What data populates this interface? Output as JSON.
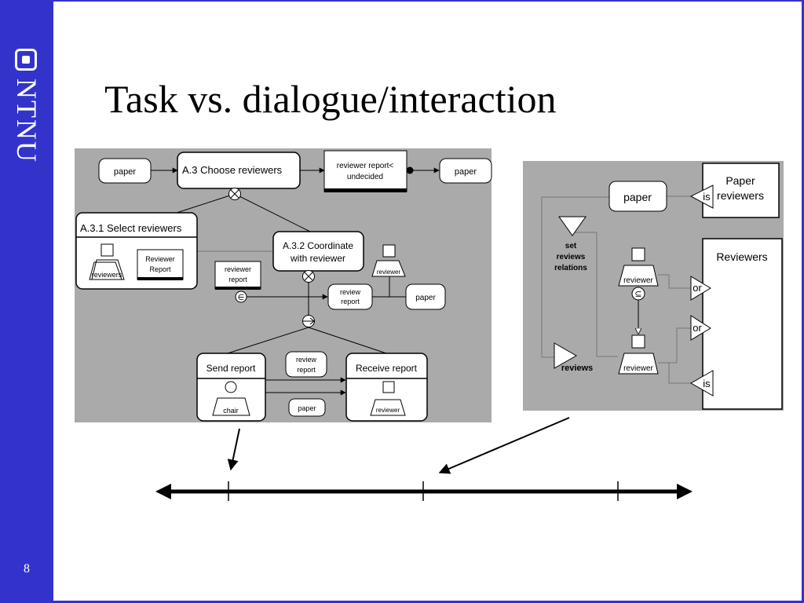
{
  "slide": {
    "title": "Task vs. dialogue/interaction",
    "page_number": "8",
    "logo_text": "NTNU"
  },
  "colors": {
    "sidebar": "#3333cc",
    "panel": "#aaaaaa",
    "accent": "#000000"
  },
  "task_diagram": {
    "paper_in": "paper",
    "choose_task": "A.3  Choose reviewers",
    "report_box_line1": "reviewer report<",
    "report_box_line2": "undecided",
    "paper_out": "paper",
    "select_task": "A.3.1  Select reviewers",
    "select_reviewers_label": "reviewers",
    "reviewer_report_line1": "Reviewer",
    "reviewer_report_line2": "Report",
    "coordinate_line1": "A.3.2 Coordinate",
    "coordinate_line2": "with reviewer",
    "coord_reviewer_label": "reviewer",
    "rr_box_line1": "reviewer",
    "rr_box_line2": "report",
    "element_symbol": "∈",
    "review_report_line1": "review",
    "review_report_line2": "report",
    "paper_right": "paper",
    "send_task": "Send report",
    "chair_label": "chair",
    "mid_review_line1": "review",
    "mid_review_line2": "report",
    "mid_paper": "paper",
    "receive_task": "Receive report",
    "receive_reviewer_label": "reviewer"
  },
  "dialogue_diagram": {
    "paper_state": "paper",
    "paper_reviewers_line1": "Paper",
    "paper_reviewers_line2": "reviewers",
    "reviewers_box": "Reviewers",
    "is_top": "is",
    "set_line1": "set",
    "set_line2": "reviews",
    "set_line3": "relations",
    "reviewer_top": "reviewer",
    "subset_symbol": "⊆",
    "or_1": "or",
    "or_2": "or",
    "reviewer_bottom": "reviewer",
    "reviews_label": "reviews",
    "is_bottom": "is"
  }
}
